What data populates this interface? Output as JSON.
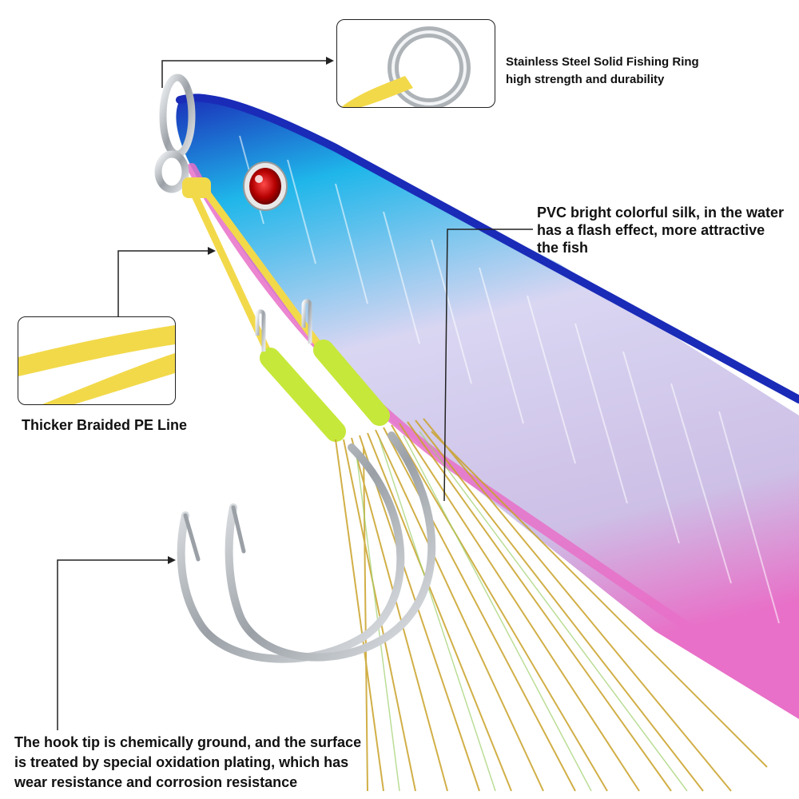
{
  "callouts": {
    "ring": {
      "line1": "Stainless Steel Solid Fishing Ring",
      "line2": "high strength and durability"
    },
    "silk": {
      "line1": "PVC bright colorful silk, in the water",
      "line2": "has a flash effect, more attractive",
      "line3": "the fish"
    },
    "line": {
      "text": "Thicker Braided PE Line"
    },
    "hook": {
      "line1": "The hook tip is chemically ground, and the surface",
      "line2": "is treated by special oxidation plating, which has",
      "line3": "wear resistance and corrosion resistance"
    }
  },
  "colors": {
    "lure_blue": "#1fb6ea",
    "lure_back": "#1a2bb8",
    "lure_belly": "#e870c8",
    "braid_yellow": "#f2d94a",
    "wrap_green": "#c6e83a",
    "silk_gold": "#c9a227",
    "steel": "#c8ccd0"
  }
}
